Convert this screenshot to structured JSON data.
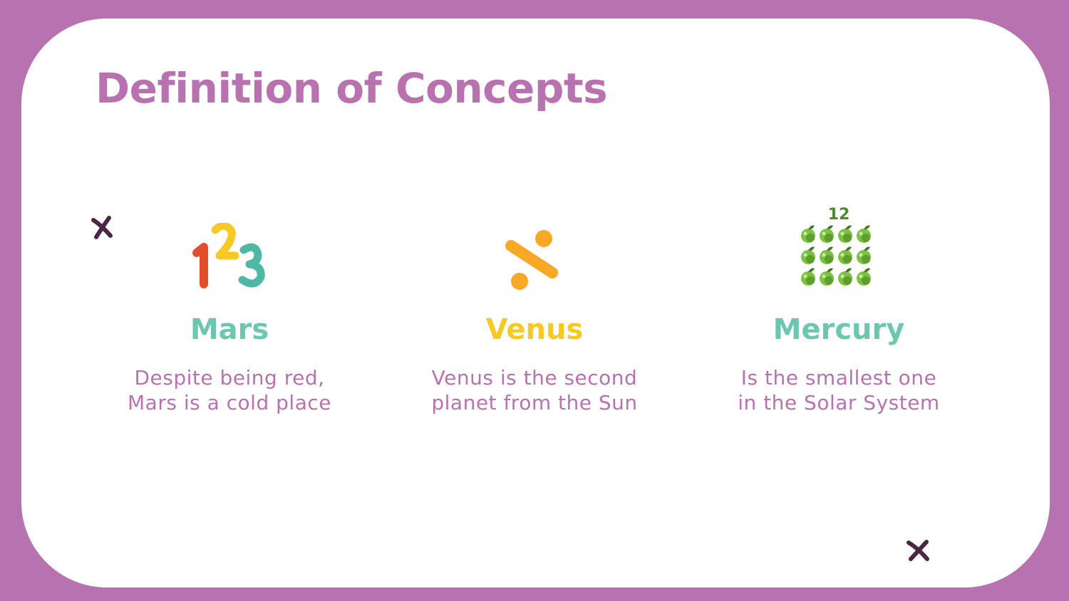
{
  "slide": {
    "title": "Definition of Concepts",
    "colors": {
      "frame": "#b872b0",
      "teal": "#6cc7b0",
      "yellow": "#f7c925",
      "dark_x": "#4a2747"
    }
  },
  "concepts": [
    {
      "heading": "Mars",
      "description_line1": "Despite being red,",
      "description_line2": "Mars is a cold place",
      "icon": "numbers-123-icon",
      "color": "#6cc7b0"
    },
    {
      "heading": "Venus",
      "description_line1": "Venus is the second",
      "description_line2": "planet from the Sun",
      "icon": "division-sign-icon",
      "color": "#f7c925"
    },
    {
      "heading": "Mercury",
      "description_line1": "Is the smallest one",
      "description_line2": "in the Solar System",
      "icon": "twelve-apples-icon",
      "icon_label": "12",
      "color": "#6cc7b0"
    }
  ],
  "decorations": [
    "x-mark-icon",
    "x-mark-icon"
  ]
}
